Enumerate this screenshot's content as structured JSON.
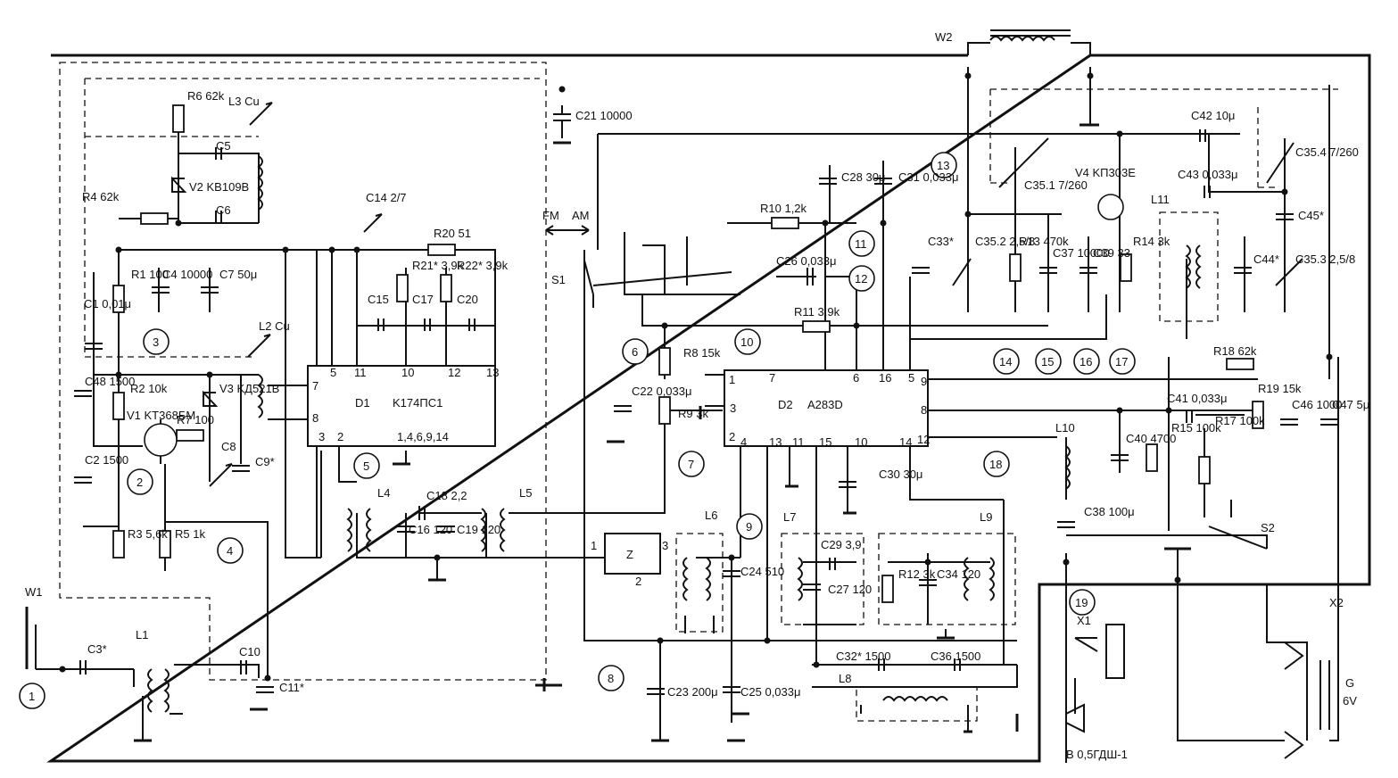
{
  "schematic": {
    "ics": [
      {
        "ref": "D1",
        "part": "K174ПС1",
        "pins": [
          "7",
          "8",
          "3",
          "2",
          "5",
          "11",
          "10",
          "12",
          "13",
          "1,4,6,9,14"
        ]
      },
      {
        "ref": "D2",
        "part": "A283D",
        "pins": [
          "1",
          "7",
          "6",
          "16",
          "5",
          "3",
          "9",
          "8",
          "2",
          "4",
          "13",
          "11",
          "15",
          "10",
          "14",
          "12"
        ]
      },
      {
        "ref": "Z",
        "part": "",
        "pins": [
          "1",
          "3",
          "2"
        ]
      }
    ],
    "resistors": [
      "R1 100",
      "R2 10k",
      "R3 5,6k",
      "R4 62k",
      "R5 1k",
      "R6 62k",
      "R7 100",
      "R8 15k",
      "R9 3k",
      "R10 1,2k",
      "R11 3,9k",
      "R12 3k",
      "R13 470k",
      "R14 3k",
      "R15 100k",
      "R17 100k",
      "R18 62k",
      "R19 15k",
      "R20 51",
      "R21* 3,9k",
      "R22* 3,9k"
    ],
    "capacitors": [
      "C1 0,01μ",
      "C2 1500",
      "C3*",
      "C4 10000",
      "C5",
      "C6",
      "C7 50μ",
      "C8",
      "C9*",
      "C10",
      "C11*",
      "C14 2/7",
      "C15",
      "C16 120",
      "C17",
      "C18 2,2",
      "C19 120",
      "C20",
      "C21 10000",
      "C22 0,033μ",
      "C23 200μ",
      "C24 510",
      "C25 0,033μ",
      "C26 0,033μ",
      "C27 120",
      "C28 30μ",
      "C29 3,9",
      "C30 30μ",
      "C31 0,033μ",
      "C32* 1500",
      "C33*",
      "C34 120",
      "C35.1 7/260",
      "C35.2 2,5/8",
      "C35.3 2,5/8",
      "C35.4 7/260",
      "C36 1500",
      "C37 10000",
      "C38 100μ",
      "C39 33",
      "C40 4700",
      "C41 0,033μ",
      "C42 10μ",
      "C43 0,033μ",
      "C44*",
      "C45*",
      "C46 1000",
      "C47 5μ",
      "C48 1500"
    ],
    "semis": [
      "V1 KT368БМ",
      "V2 KB109B",
      "V3 KД521B",
      "V4 KП303E"
    ],
    "inductors": [
      "L1",
      "L2 Cu",
      "L3 Cu",
      "L4",
      "L5",
      "L6",
      "L7",
      "L8",
      "L9",
      "L10",
      "L11",
      "W2"
    ],
    "switches": [
      "S1",
      "S2",
      "FM",
      "AM"
    ],
    "connectors": [
      "W1",
      "X1",
      "X2",
      "G",
      "6V",
      "B 0,5ГДШ-1"
    ],
    "test_points": [
      "1",
      "2",
      "3",
      "4",
      "5",
      "6",
      "7",
      "8",
      "9",
      "10",
      "11",
      "12",
      "13",
      "14",
      "15",
      "16",
      "17",
      "18",
      "19"
    ]
  }
}
